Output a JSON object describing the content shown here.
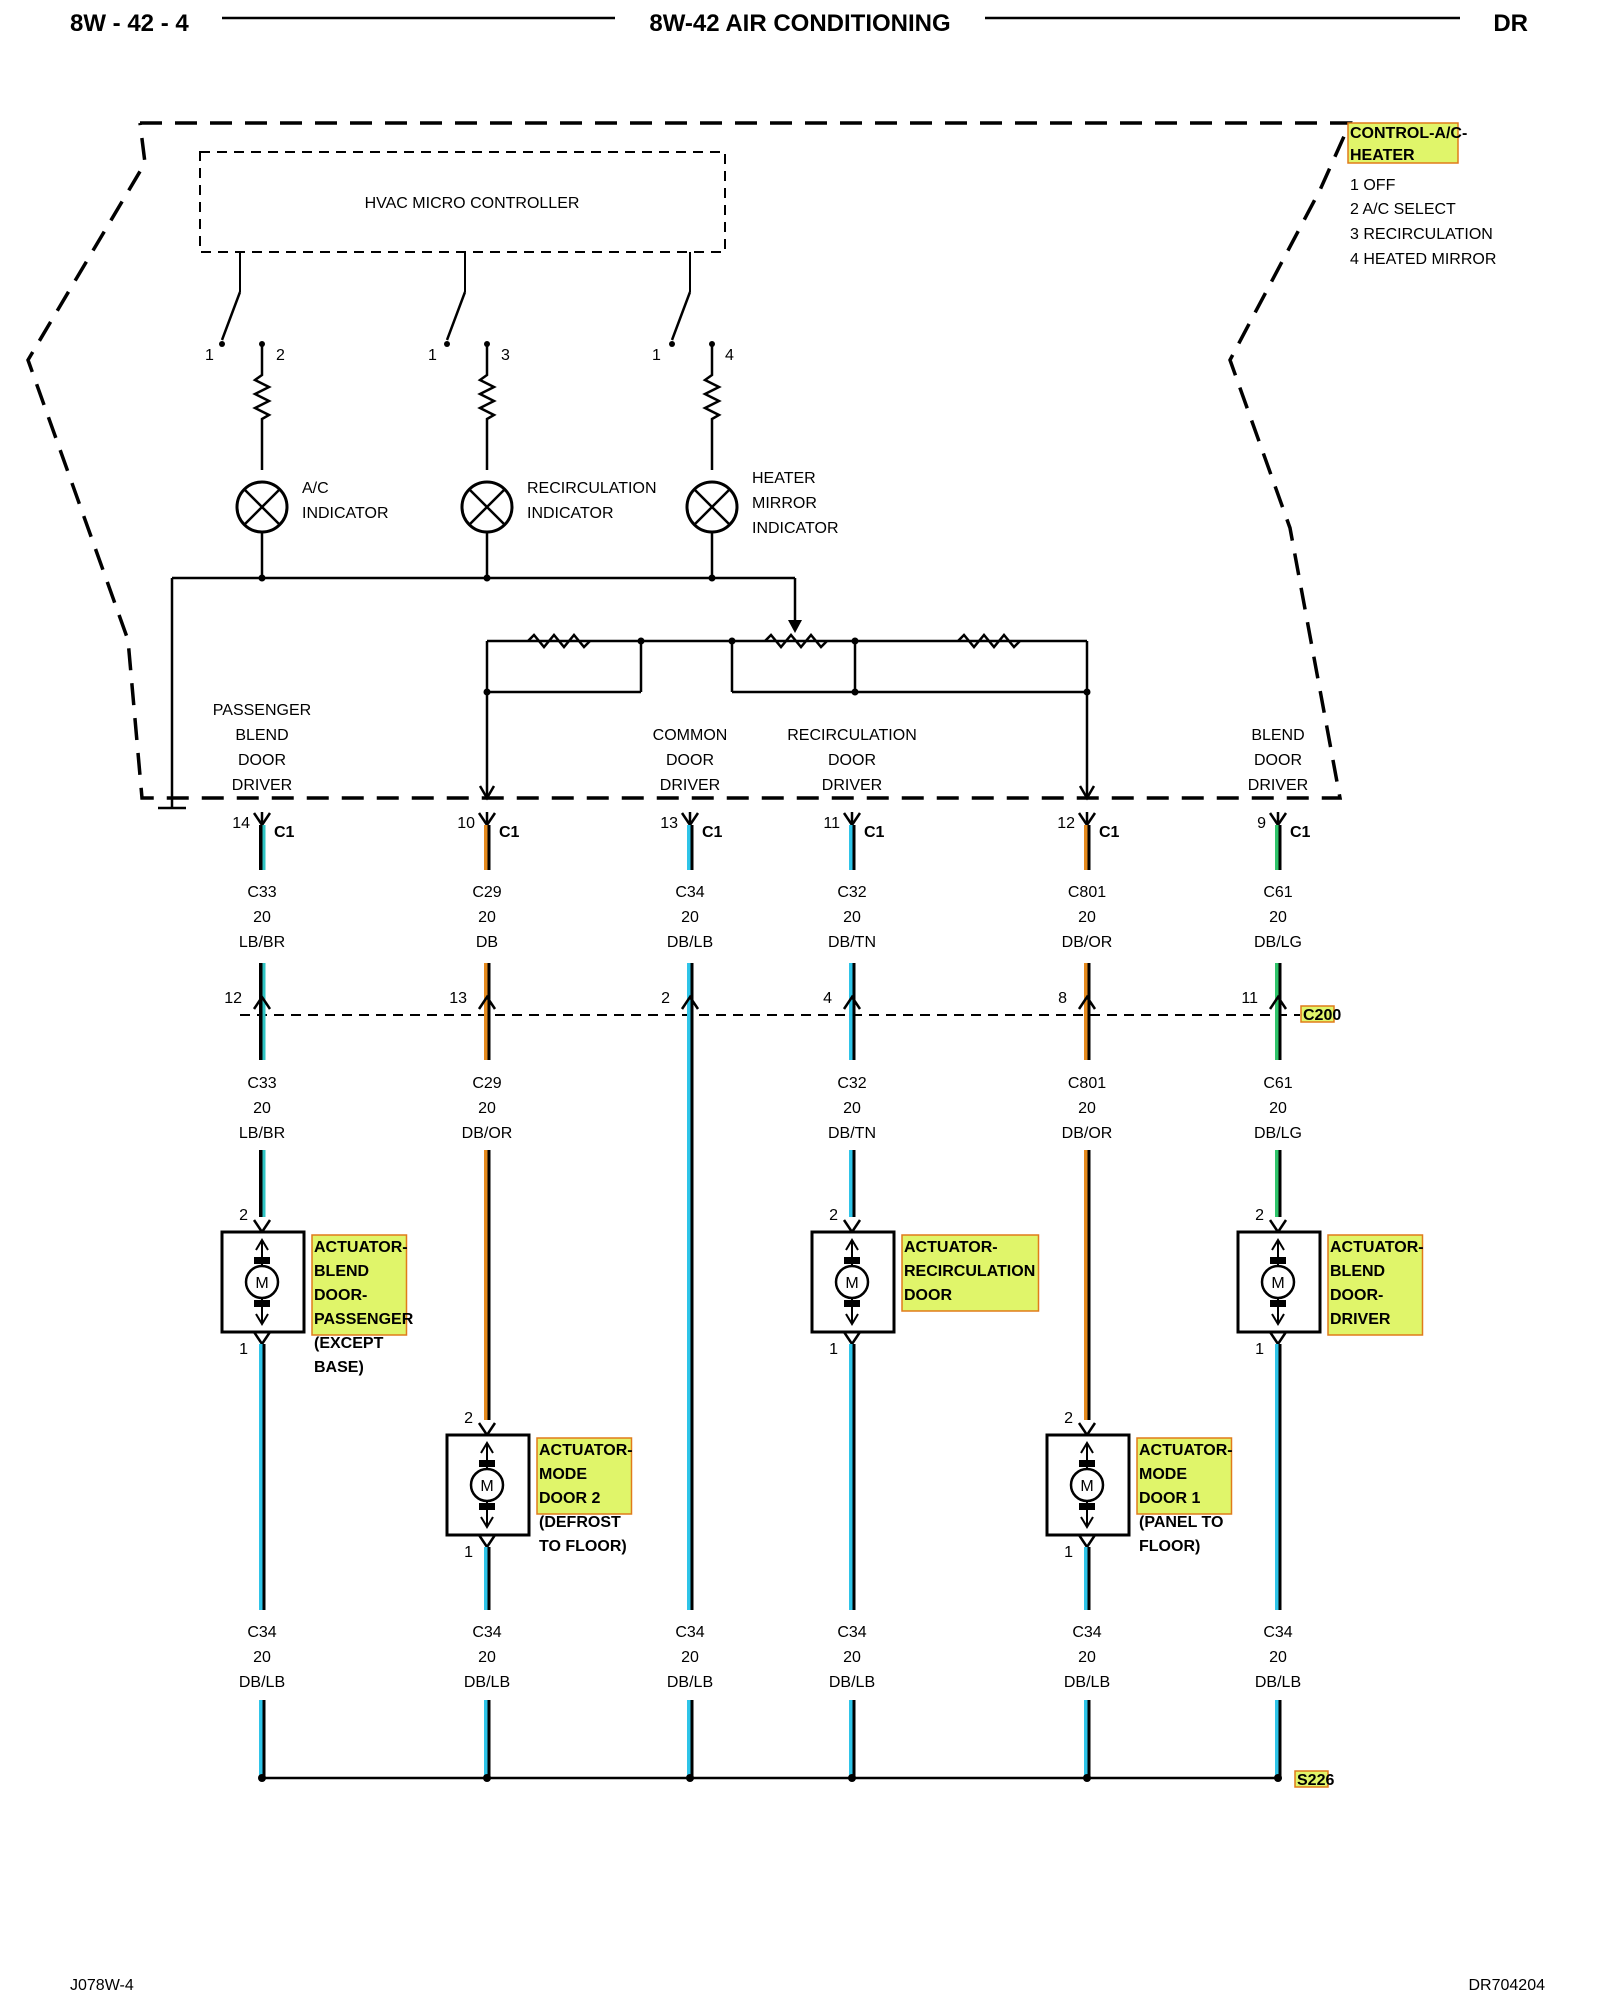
{
  "header": {
    "left": "8W - 42 - 4",
    "title": "8W-42 AIR CONDITIONING",
    "right": "DR"
  },
  "footer": {
    "left": "J078W-4",
    "right": "DR704204"
  },
  "controller": {
    "name": "HVAC MICRO CONTROLLER",
    "component_title": [
      "CONTROL-A/C-",
      "HEATER"
    ],
    "legend": [
      "1 OFF",
      "2 A/C SELECT",
      "3 RECIRCULATION",
      "4 HEATED MIRROR"
    ]
  },
  "switches": [
    {
      "from": "1",
      "to": "2"
    },
    {
      "from": "1",
      "to": "3"
    },
    {
      "from": "1",
      "to": "4"
    }
  ],
  "indicators": [
    {
      "lines": [
        "A/C",
        "INDICATOR"
      ]
    },
    {
      "lines": [
        "RECIRCULATION",
        "INDICATOR"
      ]
    },
    {
      "lines": [
        "HEATER",
        "MIRROR",
        "INDICATOR"
      ]
    }
  ],
  "drivers": [
    {
      "lines": [
        "PASSENGER",
        "BLEND",
        "DOOR",
        "DRIVER"
      ]
    },
    {
      "lines": [
        "COMMON",
        "DOOR",
        "DRIVER"
      ]
    },
    {
      "lines": [
        "RECIRCULATION",
        "DOOR",
        "DRIVER"
      ]
    },
    {
      "lines": [
        "BLEND",
        "DOOR",
        "DRIVER"
      ]
    }
  ],
  "c1_connector": "C1",
  "c200_connector": "C200",
  "splice": "S226",
  "wires": [
    {
      "c1_pin": "14",
      "upper": [
        "C33",
        "20",
        "LB/BR"
      ],
      "c200_pin": "12",
      "lower": [
        "C33",
        "20",
        "LB/BR"
      ],
      "bottom": [
        "C34",
        "20",
        "DB/LB"
      ],
      "color_main": "#2fc4c4",
      "color_stripe": "#000000"
    },
    {
      "c1_pin": "10",
      "upper": [
        "C29",
        "20",
        "DB"
      ],
      "c200_pin": "13",
      "lower": [
        "C29",
        "20",
        "DB/OR"
      ],
      "bottom": [
        "C34",
        "20",
        "DB/LB"
      ],
      "color_main": "#000000",
      "color_stripe": "#e58a1e"
    },
    {
      "c1_pin": "13",
      "upper": [
        "C34",
        "20",
        "DB/LB"
      ],
      "c200_pin": "2",
      "lower": null,
      "bottom": [
        "C34",
        "20",
        "DB/LB"
      ],
      "color_main": "#000000",
      "color_stripe": "#2fc4e8"
    },
    {
      "c1_pin": "11",
      "upper": [
        "C32",
        "20",
        "DB/TN"
      ],
      "c200_pin": "4",
      "lower": [
        "C32",
        "20",
        "DB/TN"
      ],
      "bottom": [
        "C34",
        "20",
        "DB/LB"
      ],
      "color_main": "#000000",
      "color_stripe": "#2fc4e8"
    },
    {
      "c1_pin": "12",
      "upper": [
        "C801",
        "20",
        "DB/OR"
      ],
      "c200_pin": "8",
      "lower": [
        "C801",
        "20",
        "DB/OR"
      ],
      "bottom": [
        "C34",
        "20",
        "DB/LB"
      ],
      "color_main": "#000000",
      "color_stripe": "#e58a1e"
    },
    {
      "c1_pin": "9",
      "upper": [
        "C61",
        "20",
        "DB/LG"
      ],
      "c200_pin": "11",
      "lower": [
        "C61",
        "20",
        "DB/LG"
      ],
      "bottom": [
        "C34",
        "20",
        "DB/LB"
      ],
      "color_main": "#000000",
      "color_stripe": "#2fc46a"
    }
  ],
  "actuators": [
    {
      "title": [
        "ACTUATOR-",
        "BLEND",
        "DOOR-",
        "PASSENGER"
      ],
      "note": [
        "(EXCEPT",
        "BASE)"
      ],
      "pin_top": "2",
      "pin_bottom": "1",
      "motor": "M"
    },
    {
      "title": [
        "ACTUATOR-",
        "MODE",
        "DOOR 2"
      ],
      "note": [
        "(DEFROST",
        "TO FLOOR)"
      ],
      "pin_top": "2",
      "pin_bottom": "1",
      "motor": "M"
    },
    {
      "title": [
        "ACTUATOR-",
        "RECIRCULATION",
        "DOOR"
      ],
      "note": [],
      "pin_top": "2",
      "pin_bottom": "1",
      "motor": "M"
    },
    {
      "title": [
        "ACTUATOR-",
        "MODE",
        "DOOR 1"
      ],
      "note": [
        "(PANEL TO",
        "FLOOR)"
      ],
      "pin_top": "2",
      "pin_bottom": "1",
      "motor": "M"
    },
    {
      "title": [
        "ACTUATOR-",
        "BLEND",
        "DOOR-",
        "DRIVER"
      ],
      "note": [],
      "pin_top": "2",
      "pin_bottom": "1",
      "motor": "M"
    }
  ],
  "colors": {
    "highlight": "#e0f56a",
    "highlight_border": "#e07b1a"
  }
}
